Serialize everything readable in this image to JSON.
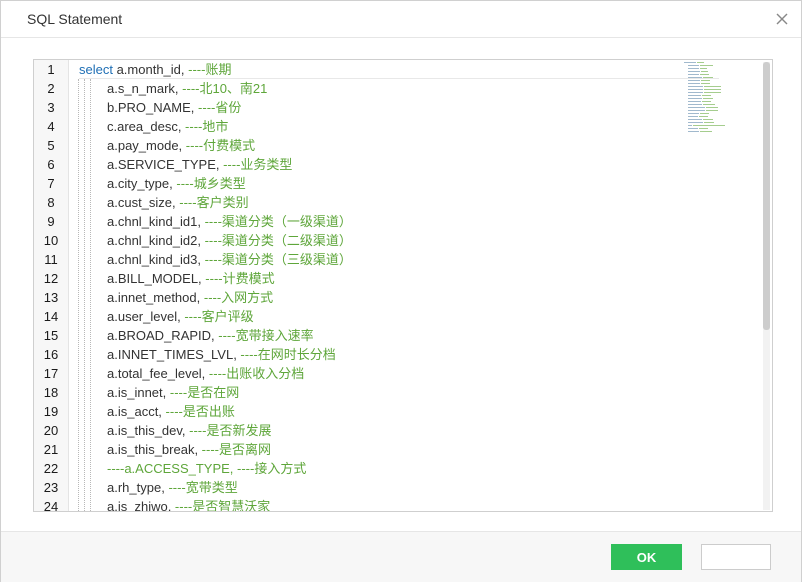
{
  "dialog": {
    "title": "SQL Statement",
    "close_icon": "close-icon"
  },
  "editor": {
    "keyword_color": "#1f6fb5",
    "comment_color": "#5ea63a",
    "lines": [
      {
        "n": "1",
        "kw": "select",
        "id": " a.month_id, ",
        "cm": "----账期"
      },
      {
        "n": "2",
        "kw": "",
        "id": "a.s_n_mark, ",
        "cm": "----北10、南21"
      },
      {
        "n": "3",
        "kw": "",
        "id": "b.PRO_NAME, ",
        "cm": "----省份"
      },
      {
        "n": "4",
        "kw": "",
        "id": "c.area_desc, ",
        "cm": "----地市"
      },
      {
        "n": "5",
        "kw": "",
        "id": "a.pay_mode, ",
        "cm": "----付费模式"
      },
      {
        "n": "6",
        "kw": "",
        "id": "a.SERVICE_TYPE, ",
        "cm": "----业务类型"
      },
      {
        "n": "7",
        "kw": "",
        "id": "a.city_type, ",
        "cm": "----城乡类型"
      },
      {
        "n": "8",
        "kw": "",
        "id": "a.cust_size, ",
        "cm": "----客户类别"
      },
      {
        "n": "9",
        "kw": "",
        "id": "a.chnl_kind_id1, ",
        "cm": "----渠道分类（一级渠道）"
      },
      {
        "n": "10",
        "kw": "",
        "id": "a.chnl_kind_id2, ",
        "cm": "----渠道分类（二级渠道）"
      },
      {
        "n": "11",
        "kw": "",
        "id": "a.chnl_kind_id3, ",
        "cm": "----渠道分类（三级渠道）"
      },
      {
        "n": "12",
        "kw": "",
        "id": "a.BILL_MODEL, ",
        "cm": "----计费模式"
      },
      {
        "n": "13",
        "kw": "",
        "id": "a.innet_method, ",
        "cm": "----入网方式"
      },
      {
        "n": "14",
        "kw": "",
        "id": "a.user_level, ",
        "cm": "----客户评级"
      },
      {
        "n": "15",
        "kw": "",
        "id": "a.BROAD_RAPID, ",
        "cm": "----宽带接入速率"
      },
      {
        "n": "16",
        "kw": "",
        "id": "a.INNET_TIMES_LVL, ",
        "cm": "----在网时长分档"
      },
      {
        "n": "17",
        "kw": "",
        "id": "a.total_fee_level, ",
        "cm": "----出账收入分档"
      },
      {
        "n": "18",
        "kw": "",
        "id": "a.is_innet, ",
        "cm": "----是否在网"
      },
      {
        "n": "19",
        "kw": "",
        "id": "a.is_acct, ",
        "cm": "----是否出账"
      },
      {
        "n": "20",
        "kw": "",
        "id": "a.is_this_dev, ",
        "cm": "----是否新发展"
      },
      {
        "n": "21",
        "kw": "",
        "id": "a.is_this_break, ",
        "cm": "----是否离网"
      },
      {
        "n": "22",
        "kw": "",
        "id": "",
        "cm": "----a.ACCESS_TYPE, ----接入方式"
      },
      {
        "n": "23",
        "kw": "",
        "id": "a.rh_type, ",
        "cm": "----宽带类型"
      },
      {
        "n": "24",
        "kw": "",
        "id": "a.is_zhiwo, ",
        "cm": "----是否智慧沃家"
      }
    ]
  },
  "footer": {
    "ok_label": "OK",
    "cancel_label": ""
  }
}
